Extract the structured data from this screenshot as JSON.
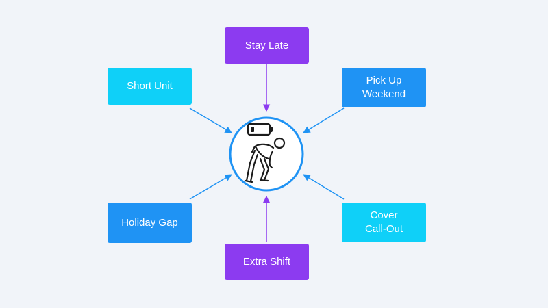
{
  "diagram": {
    "center_icon": "tired-worker-low-battery-icon",
    "nodes": [
      {
        "id": "stay-late",
        "label": "Stay Late",
        "color": "#8c3bf0"
      },
      {
        "id": "short-unit",
        "label": "Short Unit",
        "color": "#0fd0f8"
      },
      {
        "id": "pick-up-weekend",
        "label": "Pick Up\nWeekend",
        "color": "#1f93f4"
      },
      {
        "id": "holiday-gap",
        "label": "Holiday Gap",
        "color": "#1f93f4"
      },
      {
        "id": "cover-call-out",
        "label": "Cover\nCall-Out",
        "color": "#0fd0f8"
      },
      {
        "id": "extra-shift",
        "label": "Extra Shift",
        "color": "#8c3bf0"
      }
    ],
    "edges": [
      {
        "from": "stay-late",
        "to": "center"
      },
      {
        "from": "short-unit",
        "to": "center"
      },
      {
        "from": "pick-up-weekend",
        "to": "center"
      },
      {
        "from": "holiday-gap",
        "to": "center"
      },
      {
        "from": "cover-call-out",
        "to": "center"
      },
      {
        "from": "extra-shift",
        "to": "center"
      }
    ],
    "colors": {
      "background": "#f1f4f9",
      "arrow_blue": "#1f93f4",
      "arrow_purple": "#8c3bf0",
      "circle_ring": "#1f93f4",
      "icon_stroke": "#1c1c1c"
    }
  }
}
